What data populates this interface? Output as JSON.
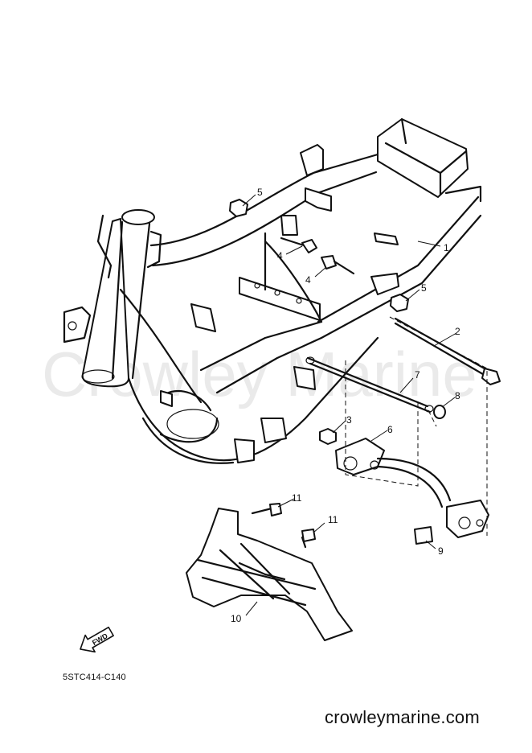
{
  "diagram": {
    "callouts": [
      "1",
      "2",
      "3",
      "4",
      "4",
      "5",
      "5",
      "6",
      "7",
      "8",
      "9",
      "10",
      "11",
      "11"
    ],
    "fwd_label": "FWD",
    "diagram_code": "5STC414-C140"
  },
  "watermark": "Crowley Marine",
  "footer": {
    "site": "crowleymarine.com"
  }
}
